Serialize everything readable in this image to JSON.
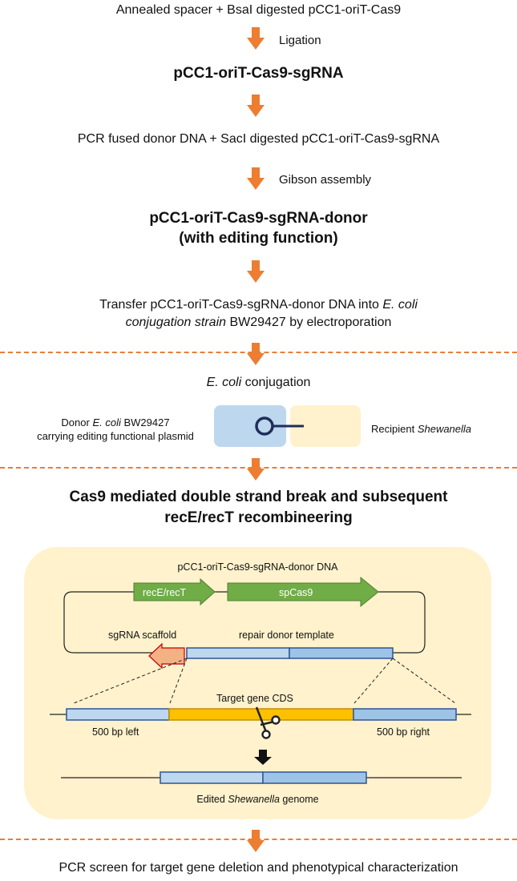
{
  "steps": {
    "s1": "Annealed spacer + BsaI digested pCC1-oriT-Cas9",
    "ligation": "Ligation",
    "s2": "pCC1-oriT-Cas9-sgRNA",
    "s3": "PCR fused donor DNA + SacI digested pCC1-oriT-Cas9-sgRNA",
    "gibson": "Gibson assembly",
    "s4_line1": "pCC1-oriT-Cas9-sgRNA-donor",
    "s4_line2": "(with editing function)",
    "s5_line1_a": "Transfer pCC1-oriT-Cas9-sgRNA-donor DNA into ",
    "s5_line1_b": "E. coli",
    "s5_line2_a": "conjugation strain",
    "s5_line2_b": " BW29427 by electroporation"
  },
  "conjugation": {
    "title_italic": "E. coli",
    "title_rest": " conjugation",
    "donor_line1_a": "Donor ",
    "donor_line1_b": "E. coli",
    "donor_line1_c": " BW29427",
    "donor_line2": "carrying editing functional plasmid",
    "recipient_a": "Recipient ",
    "recipient_b": "Shewanella"
  },
  "mechanism": {
    "line1": "Cas9 mediated double strand break and subsequent",
    "line2": "recE/recT recombineering"
  },
  "panel": {
    "plasmid_label": "pCC1-oriT-Cas9-sgRNA-donor DNA",
    "rece_label": "recE/recT",
    "cas9_label": "spCas9",
    "sgrna_label": "sgRNA scaffold",
    "repair_label": "repair donor template",
    "target_label": "Target gene CDS",
    "left_label": "500 bp left",
    "right_label": "500 bp right",
    "edited_a": "Edited ",
    "edited_b": "Shewanella",
    "edited_c": " genome"
  },
  "final": "PCR screen for target gene deletion and phenotypical characterization",
  "colors": {
    "flow_arrow": "#ED7D31",
    "panel_bg": "#FFF2CC",
    "donor_cell": "#BDD7EE",
    "recipient_cell": "#FFF2CC",
    "gene_green": "#70AD47",
    "homology_blue": "#BDD7EE",
    "outline_blue": "#2F5597",
    "target_orange": "#FFC000",
    "sgrna_salmon": "#F4B183",
    "sgrna_outline": "#C00000"
  },
  "icons": [
    "flow-arrow-icon",
    "plasmid-icon",
    "scissors-icon",
    "down-arrow-icon"
  ]
}
